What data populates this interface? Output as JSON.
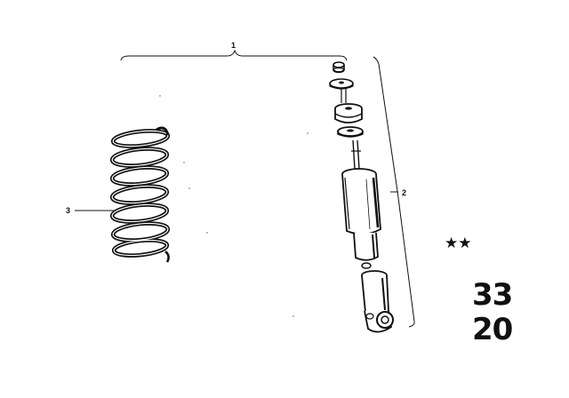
{
  "callouts": {
    "assembly": "1",
    "shock_absorber": "2",
    "coil_spring": "3"
  },
  "markers": {
    "stars": "★★"
  },
  "group_code": {
    "main": "33",
    "sub": "20"
  }
}
